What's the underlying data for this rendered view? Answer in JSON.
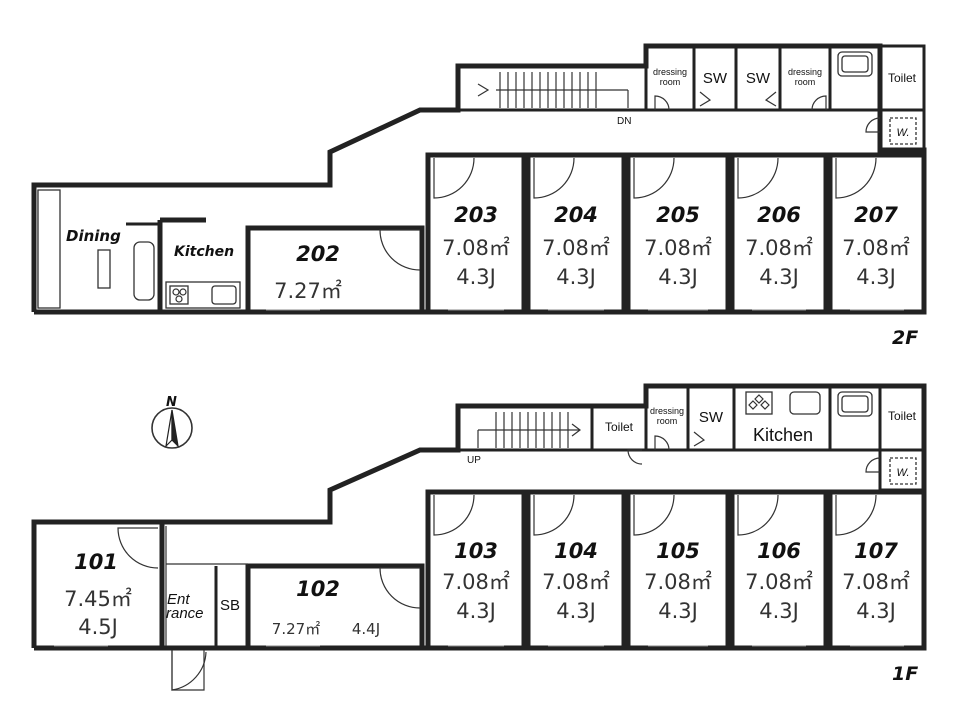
{
  "floors": {
    "f2": {
      "label": "2F",
      "rooms": [
        {
          "num": "203",
          "area": "7.08㎡",
          "jo": "4.3J"
        },
        {
          "num": "204",
          "area": "7.08㎡",
          "jo": "4.3J"
        },
        {
          "num": "205",
          "area": "7.08㎡",
          "jo": "4.3J"
        },
        {
          "num": "206",
          "area": "7.08㎡",
          "jo": "4.3J"
        },
        {
          "num": "207",
          "area": "7.08㎡",
          "jo": "4.3J"
        }
      ],
      "room202": {
        "num": "202",
        "area": "7.27㎡"
      },
      "dining": "Dining",
      "kitchen": "Kitchen",
      "dressing1": [
        "dressing",
        "room"
      ],
      "dressing2": [
        "dressing",
        "room"
      ],
      "sw1": "SW",
      "sw2": "SW",
      "toilet": "Toilet",
      "washer": "W.",
      "stair": "DN"
    },
    "f1": {
      "label": "1F",
      "rooms": [
        {
          "num": "103",
          "area": "7.08㎡",
          "jo": "4.3J"
        },
        {
          "num": "104",
          "area": "7.08㎡",
          "jo": "4.3J"
        },
        {
          "num": "105",
          "area": "7.08㎡",
          "jo": "4.3J"
        },
        {
          "num": "106",
          "area": "7.08㎡",
          "jo": "4.3J"
        },
        {
          "num": "107",
          "area": "7.08㎡",
          "jo": "4.3J"
        }
      ],
      "room101": {
        "num": "101",
        "area": "7.45㎡",
        "jo": "4.5J"
      },
      "room102": {
        "num": "102",
        "area": "7.27㎡",
        "jo": "4.4J"
      },
      "entrance": [
        "Ent",
        "rance"
      ],
      "sb": "SB",
      "toilet_left": "Toilet",
      "dressing": [
        "dressing",
        "room"
      ],
      "sw": "SW",
      "kitchen": "Kitchen",
      "toilet_right": "Toilet",
      "washer": "W.",
      "stair": "UP"
    }
  },
  "compass": "N"
}
